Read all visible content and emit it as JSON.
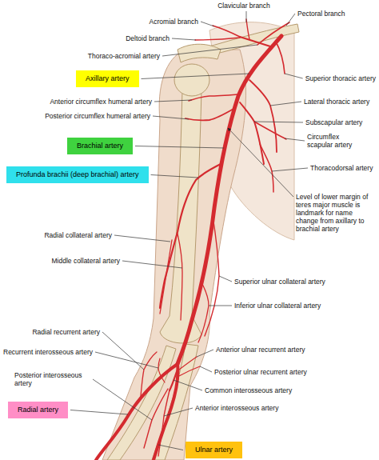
{
  "diagram": {
    "nodes": [
      {
        "text": [
          "Axillary artery"
        ]
      },
      {
        "text": [
          "Brachial artery"
        ]
      },
      {
        "text": [
          "Profunda brachii (deep brachial) artery"
        ]
      },
      {
        "text": [
          "Radial artery"
        ]
      },
      {
        "text": [
          "Ulnar artery"
        ]
      }
    ],
    "labels": [
      "Clavicular branch",
      "Pectoral branch",
      "Acromial branch",
      "Deltoid branch",
      "Thoraco-acromial artery",
      "Superior thoracic artery",
      "Anterior circumflex humeral artery",
      "Lateral thoracic artery",
      "Posterior circumflex humeral artery",
      "Subscapular artery",
      "Circumflex scapular artery",
      "Thoracodorsal artery",
      "Level of lower margin of teres major muscle is landmark for name change from axillary to brachial artery",
      "Radial collateral artery",
      "Middle collateral artery",
      "Superior ulnar collateral artery",
      "Inferior ulnar collateral artery",
      "Radial recurrent artery",
      "Recurrent interosseous artery",
      "Anterior ulnar recurrent artery",
      "Posterior interosseous artery",
      "Posterior ulnar recurrent artery",
      "Common interosseous artery",
      "Anterior interosseous artery"
    ]
  }
}
